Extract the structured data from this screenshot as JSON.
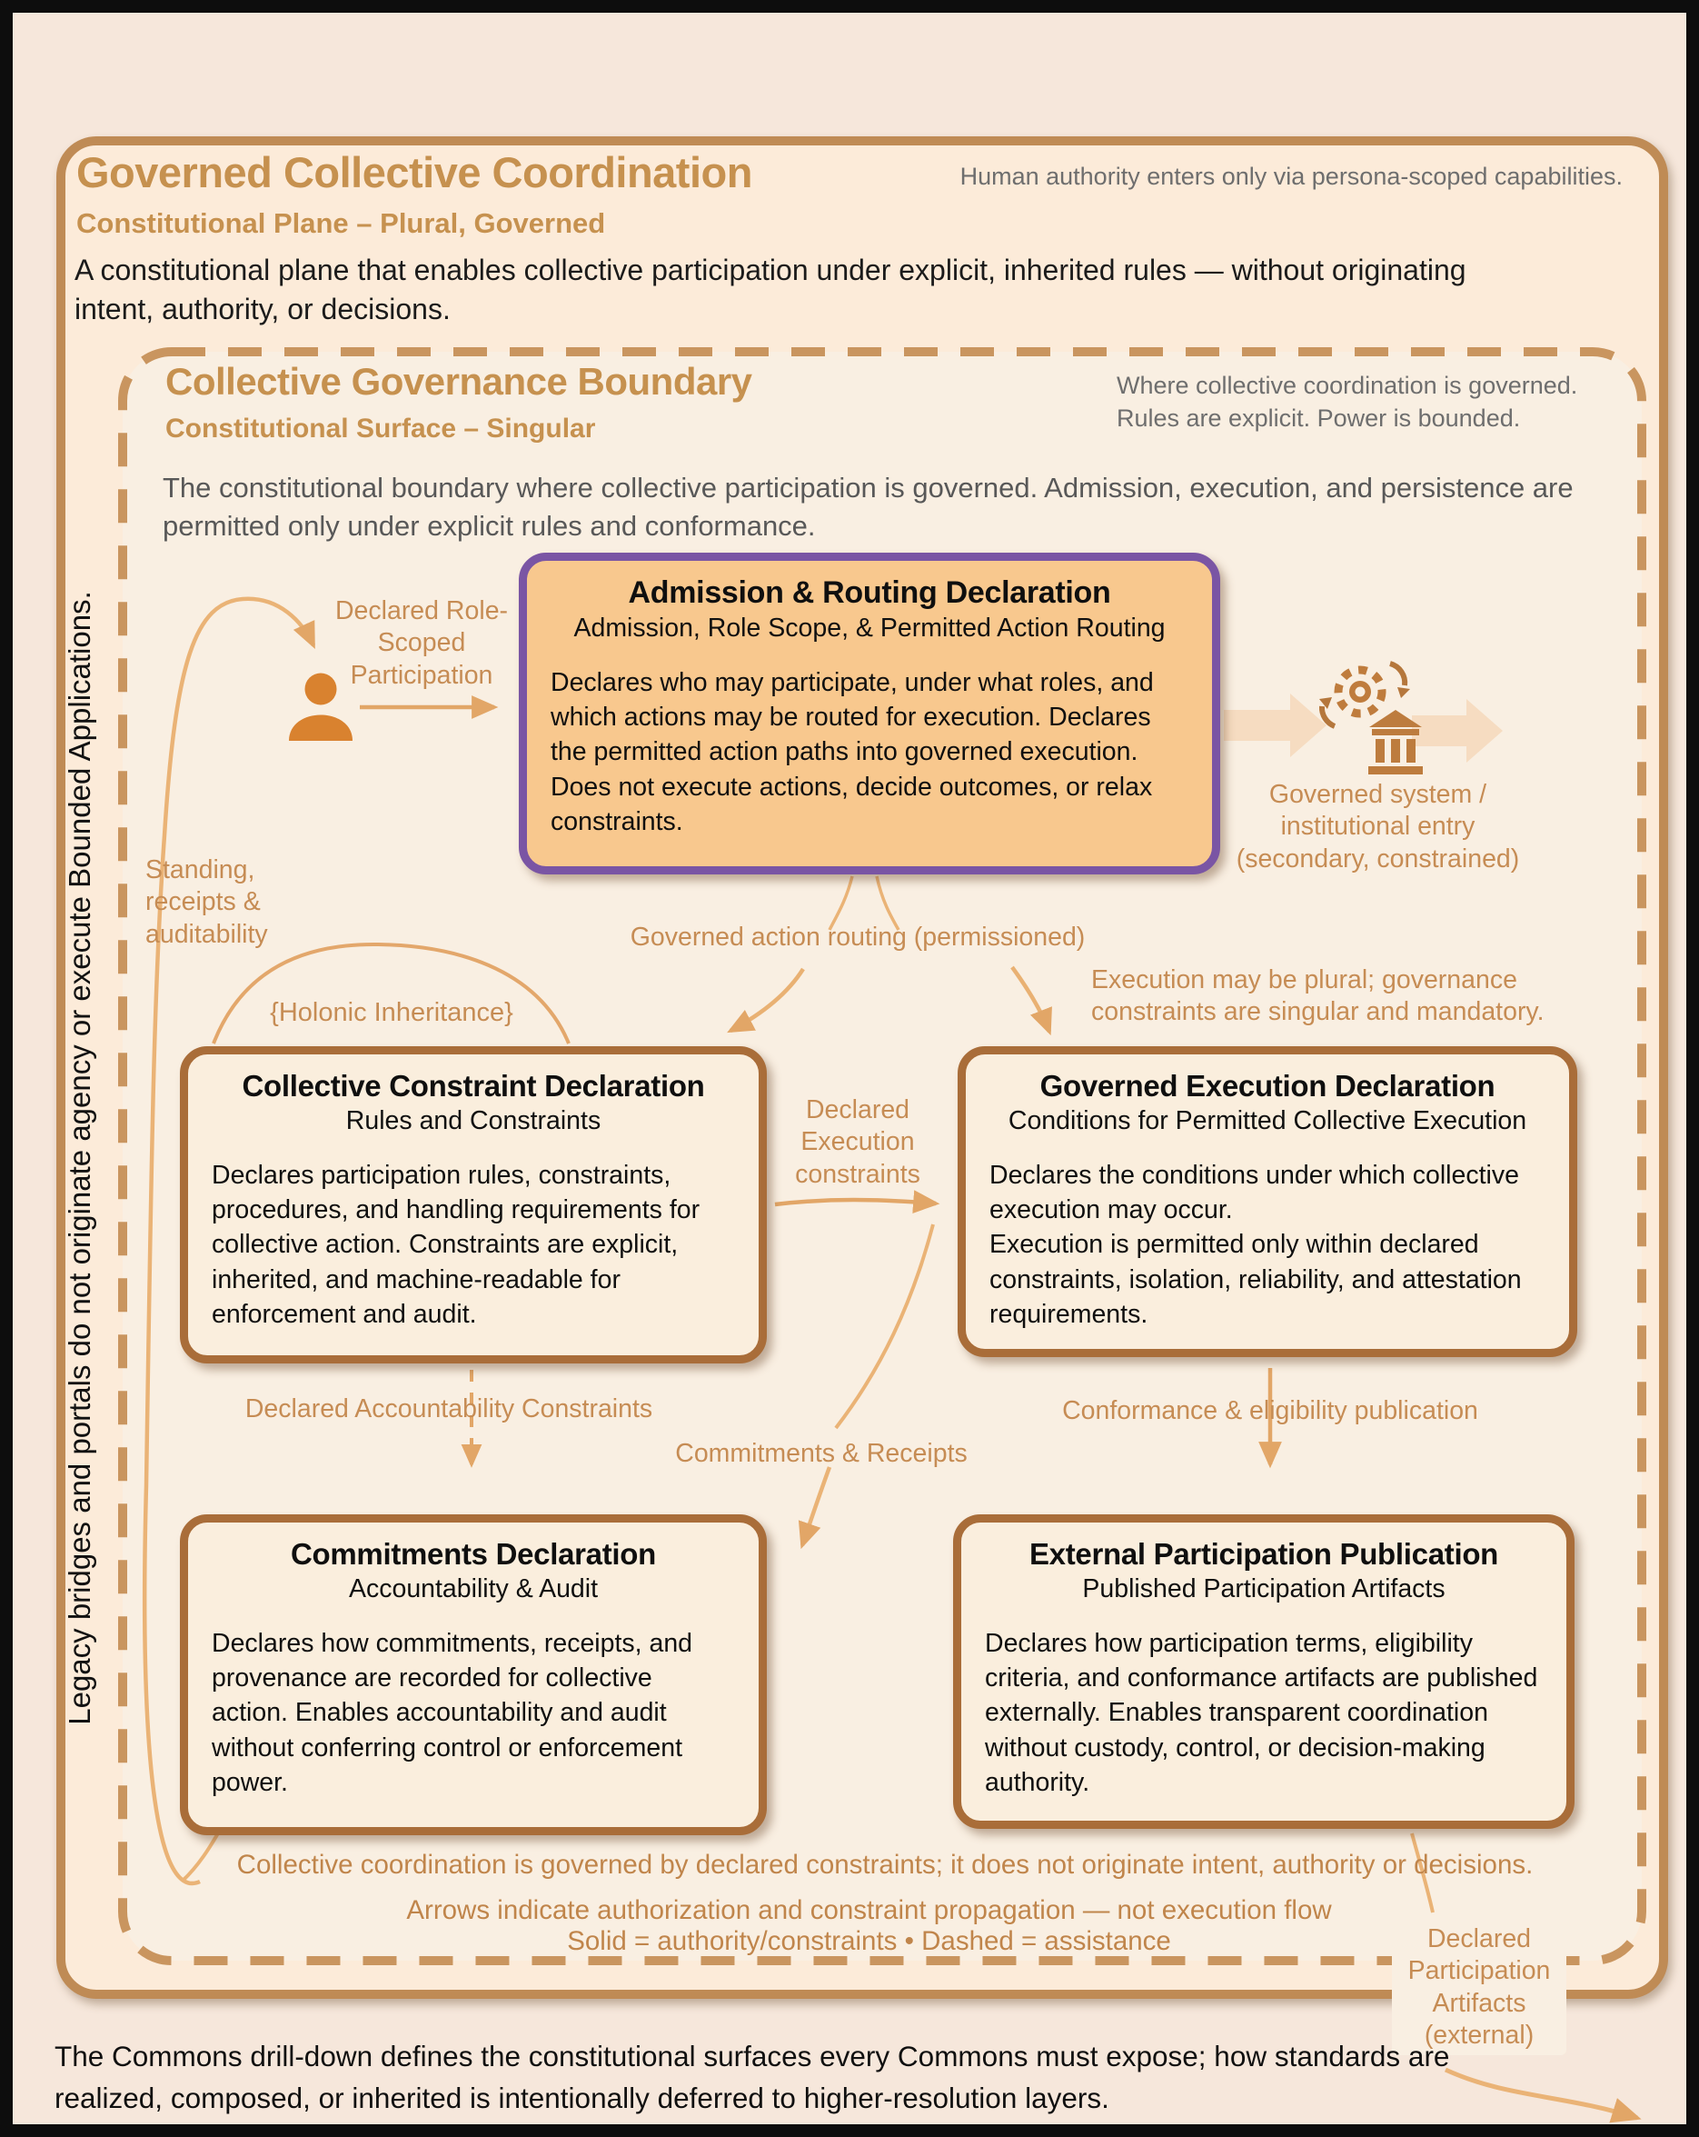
{
  "header": {
    "title": "Governed Collective Coordination",
    "subtitle": "Constitutional Plane – Plural, Governed",
    "note": "Human authority enters only via persona-scoped capabilities.",
    "description": "A constitutional plane that enables collective participation under explicit, inherited rules — without originating intent, authority, or decisions."
  },
  "side_note": "Legacy bridges and portals do not originate agency or execute Bounded Applications.",
  "boundary": {
    "title": "Collective Governance Boundary",
    "subtitle": "Constitutional Surface – Singular",
    "note": "Where collective coordination is governed.\nRules are explicit.  Power is bounded.",
    "description": "The constitutional boundary where collective participation is governed.  Admission, execution, and persistence are permitted only under explicit rules and conformance."
  },
  "nodes": {
    "admission": {
      "title": "Admission & Routing Declaration",
      "subtitle": "Admission, Role Scope, & Permitted Action Routing",
      "body": "Declares who may participate, under what roles, and which actions may be routed for execution.  Declares the permitted action paths into governed execution.  Does not execute actions, decide outcomes, or relax constraints."
    },
    "constraint": {
      "title": "Collective Constraint Declaration",
      "subtitle": "Rules and Constraints",
      "body": "Declares participation rules, constraints, procedures, and handling requirements for collective action.  Constraints are explicit, inherited, and machine-readable for enforcement and audit."
    },
    "execution": {
      "title": "Governed Execution Declaration",
      "subtitle": "Conditions for Permitted Collective Execution",
      "body": "Declares the conditions under which collective execution may occur.\nExecution is permitted only within declared constraints, isolation, reliability, and attestation requirements."
    },
    "commitments": {
      "title": "Commitments Declaration",
      "subtitle": "Accountability & Audit",
      "body": "Declares how commitments, receipts, and provenance are recorded for collective action.  Enables accountability and audit without conferring control or enforcement power."
    },
    "external": {
      "title": "External Participation Publication",
      "subtitle": "Published Participation Artifacts",
      "body": "Declares how participation terms, eligibility criteria, and conformance artifacts are published externally.  Enables transparent coordination without custody, control, or decision-making authority."
    }
  },
  "labels": {
    "role_participation": "Declared Role-\nScoped\nParticipation",
    "standing": "Standing,\nreceipts &\nauditability",
    "governed_system": "Governed system /\ninstitutional entry\n(secondary, constrained)",
    "action_routing": "Governed action routing (permissioned)",
    "execution_plural": "Execution may be plural; governance\nconstraints are singular and mandatory.",
    "holonic": "{Holonic Inheritance}",
    "execution_constraints": "Declared\nExecution\nconstraints",
    "accountability": "Declared Accountability Constraints",
    "commitments_receipts": "Commitments & Receipts",
    "conformance": "Conformance & eligibility publication",
    "artifacts": "Declared\nParticipation\nArtifacts\n(external)"
  },
  "notes": {
    "governed_note": "Collective coordination is governed by declared constraints; it does not originate intent, authority or decisions.",
    "arrows_note": "Arrows indicate authorization and constraint propagation — not execution flow",
    "legend_note": "Solid = authority/constraints • Dashed = assistance"
  },
  "footer": "The Commons drill-down defines the constitutional surfaces every Commons must expose; how standards are realized, composed, or inherited is intentionally deferred to higher-resolution layers.",
  "colors": {
    "accent_tan": "#c6914f",
    "label_tan": "#c68c54",
    "arrow": "#e2a667",
    "box_border_brown": "#a96d39",
    "admission_border_purple": "#7a55a4",
    "admission_fill": "#f8c88e",
    "box_fill": "#faeedd",
    "boundary_dash": "#c9955f",
    "panel_border": "#bf8b55"
  }
}
